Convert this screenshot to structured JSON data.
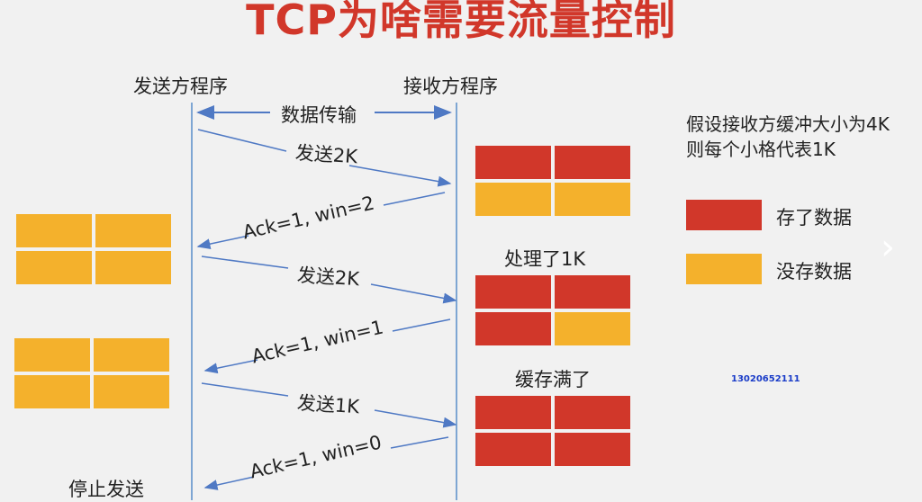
{
  "title": "TCP为啥需要流量控制",
  "sender_label": "发送方程序",
  "receiver_label": "接收方程序",
  "transfer_label": "数据传输",
  "assumption_line1": "假设接收方缓冲大小为4K",
  "assumption_line2": "则每个小格代表1K",
  "legend": {
    "filled": "存了数据",
    "empty": "没存数据"
  },
  "messages": {
    "send1": "发送2K",
    "ack1": "Ack=1, win=2",
    "send2": "发送2K",
    "ack2": "Ack=1, win=1",
    "send3": "发送1K",
    "ack3": "Ack=1, win=0"
  },
  "notes": {
    "processed": "处理了1K",
    "full": "缓存满了",
    "stop": "停止发送"
  },
  "phone": "13020652111",
  "colors": {
    "title": "#d1372a",
    "filled": "#d1372a",
    "empty": "#f4b12c",
    "line": "#7ea6d3",
    "arrow": "#4f79c4"
  }
}
